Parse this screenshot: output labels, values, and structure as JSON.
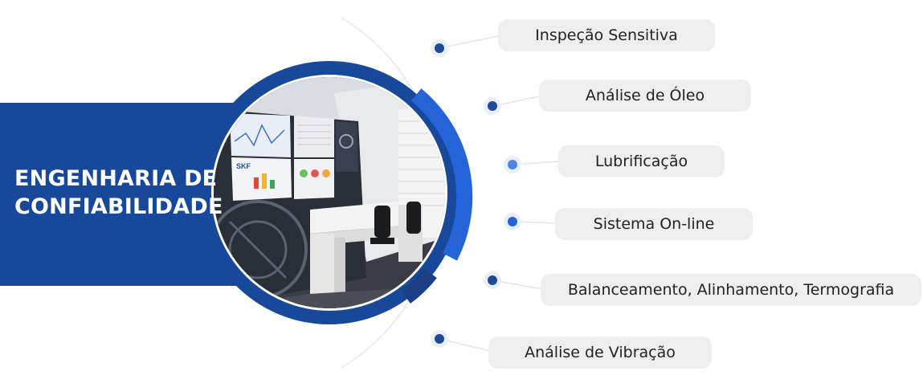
{
  "banner": {
    "title_line1": "ENGENHARIA DE",
    "title_line2": "CONFIABILIDADE"
  },
  "colors": {
    "navy": "#17489a",
    "dark_blue": "#1e4a99",
    "bright_blue": "#2563d8",
    "light_blue": "#4a86e8",
    "pill_bg": "#eeeeee"
  },
  "services": [
    {
      "label": "Inspeção Sensitiva"
    },
    {
      "label": "Análise de Óleo"
    },
    {
      "label": "Lubrificação"
    },
    {
      "label": "Sistema On-line"
    },
    {
      "label": "Balanceamento, Alinhamento, Termografia"
    },
    {
      "label": "Análise de Vibração"
    }
  ],
  "photo": {
    "alt": "control-room-photo",
    "screen_brand": "SKF"
  }
}
